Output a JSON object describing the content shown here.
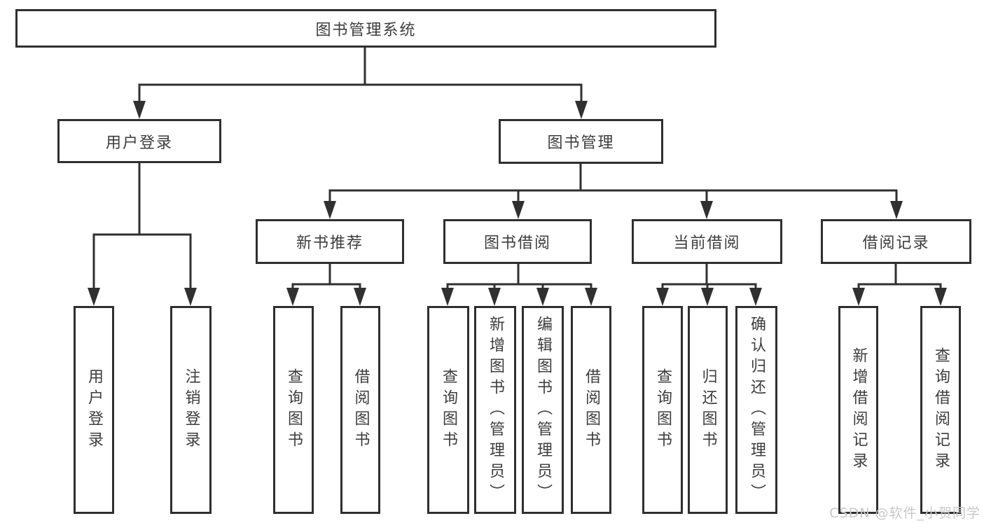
{
  "diagram": {
    "root": {
      "label": "图书管理系统",
      "children": [
        {
          "label": "用户登录",
          "children": [
            {
              "label": "用户登录"
            },
            {
              "label": "注销登录"
            }
          ]
        },
        {
          "label": "图书管理",
          "children": [
            {
              "label": "新书推荐",
              "children": [
                {
                  "label": "查询图书"
                },
                {
                  "label": "借阅图书"
                }
              ]
            },
            {
              "label": "图书借阅",
              "children": [
                {
                  "label": "查询图书"
                },
                {
                  "label": "新增图书（管理员）"
                },
                {
                  "label": "编辑图书（管理员）"
                },
                {
                  "label": "借阅图书"
                }
              ]
            },
            {
              "label": "当前借阅",
              "children": [
                {
                  "label": "查询图书"
                },
                {
                  "label": "归还图书"
                },
                {
                  "label": "确认归还（管理员）"
                }
              ]
            },
            {
              "label": "借阅记录",
              "children": [
                {
                  "label": "新增借阅记录"
                },
                {
                  "label": "查询借阅记录"
                }
              ]
            }
          ]
        }
      ]
    }
  },
  "watermark": {
    "text": "CSDN @软件_小贺同学"
  },
  "colors": {
    "line": "#303030",
    "box_border": "#2f2f2f",
    "text": "#3d3d3d",
    "watermark": "#c8c8c8",
    "background": "#ffffff"
  }
}
